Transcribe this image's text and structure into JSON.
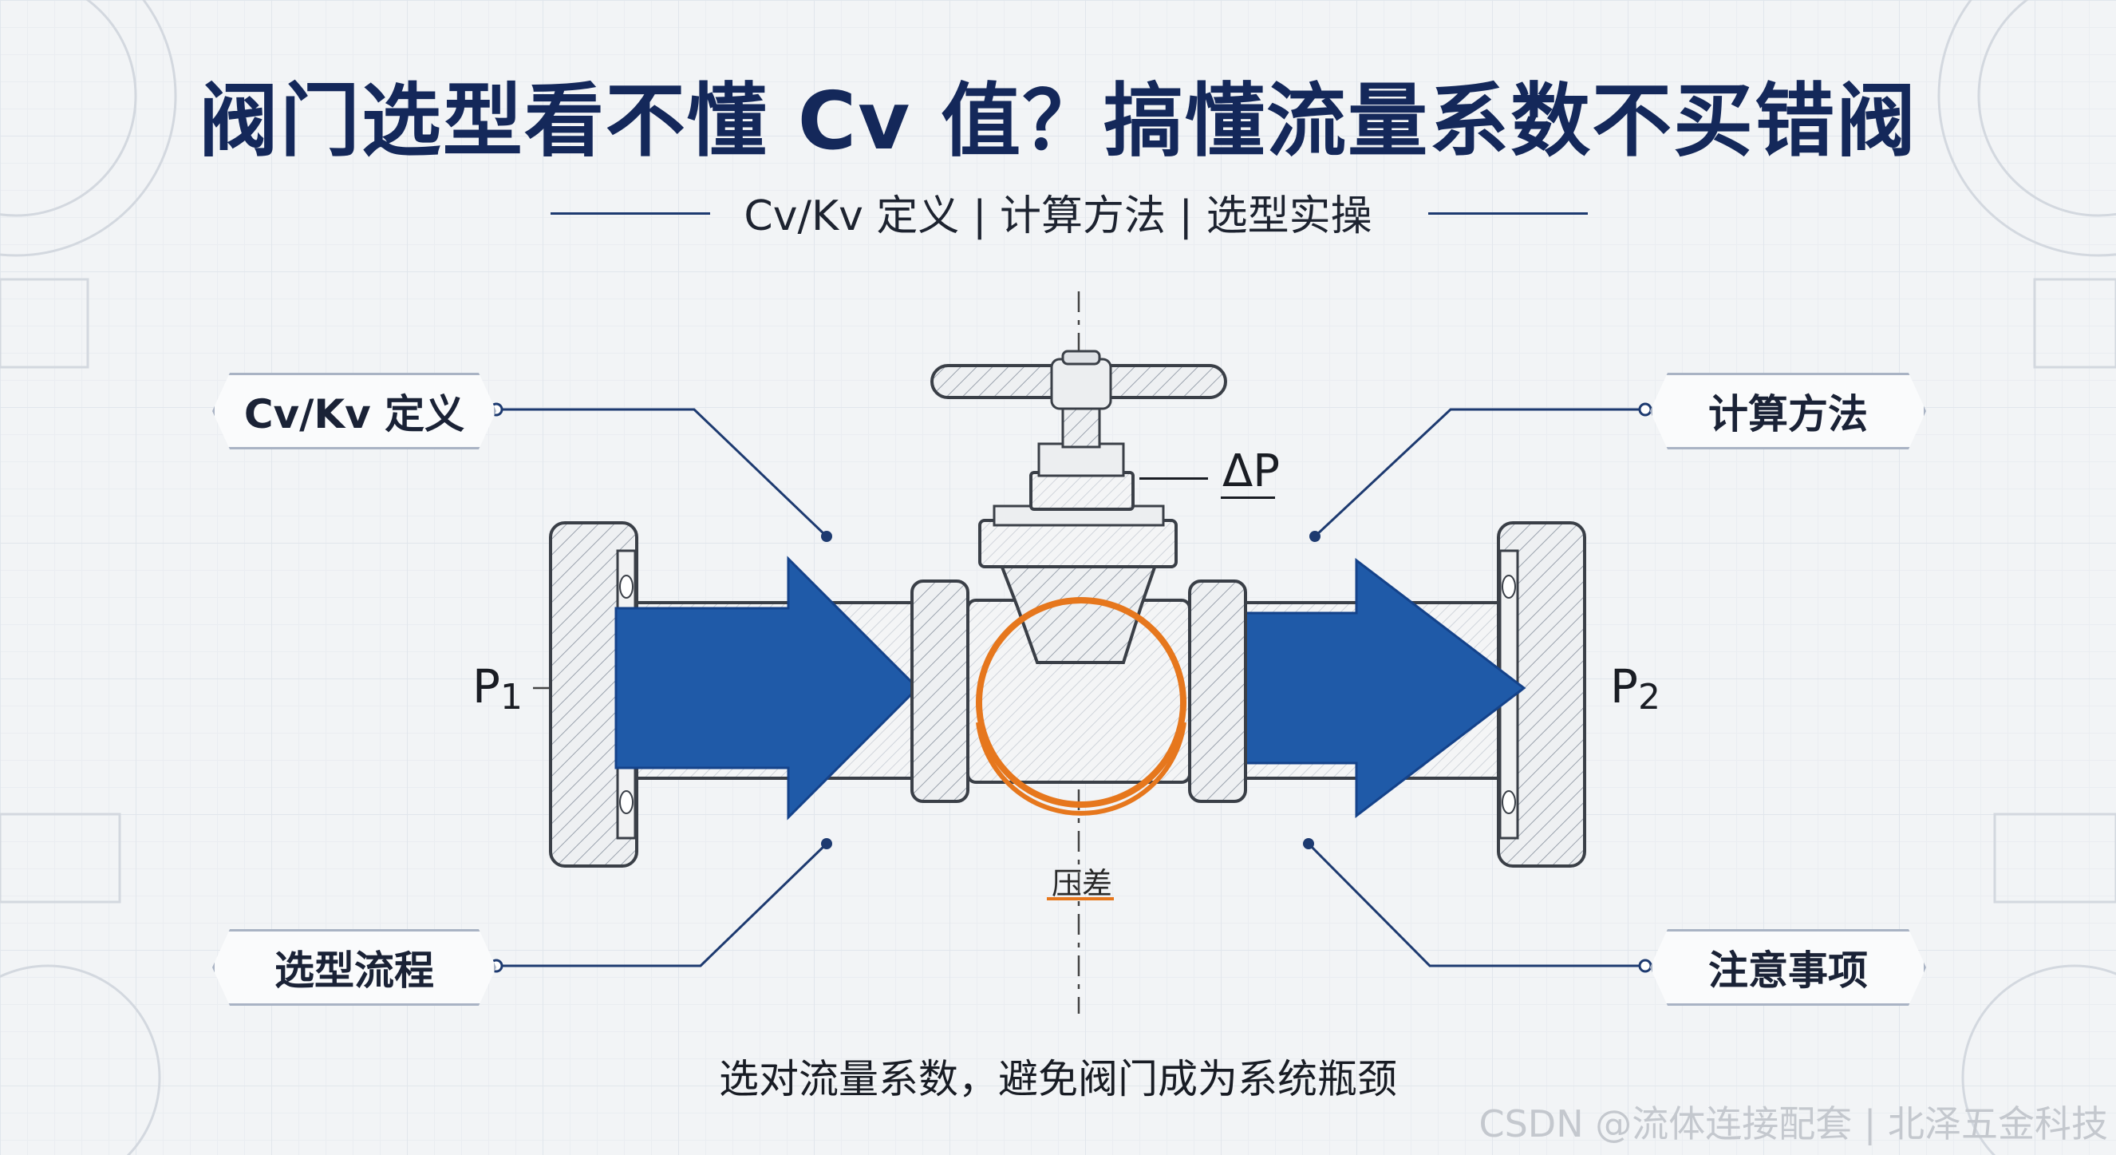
{
  "title": "阀门选型看不懂 Cv 值？搞懂流量系数不买错阀",
  "subtitle": "Cv/Kv 定义 | 计算方法 | 选型实操",
  "callouts": {
    "top_left": "Cv/Kv 定义",
    "top_right": "计算方法",
    "bottom_left": "选型流程",
    "bottom_right": "注意事项"
  },
  "labels": {
    "p1_letter": "P",
    "p1_sub": "1",
    "p2_letter": "P",
    "p2_sub": "2",
    "delta_p": "ΔP",
    "pressure_diff": "压差"
  },
  "footer": "选对流量系数，避免阀门成为系统瓶颈",
  "watermark": "CSDN @流体连接配套 | 北泽五金科技",
  "colors": {
    "title": "#14285a",
    "flow_arrow": "#1f5aa8",
    "highlight_ring": "#e6771d",
    "line_accent": "#1d3a70"
  }
}
